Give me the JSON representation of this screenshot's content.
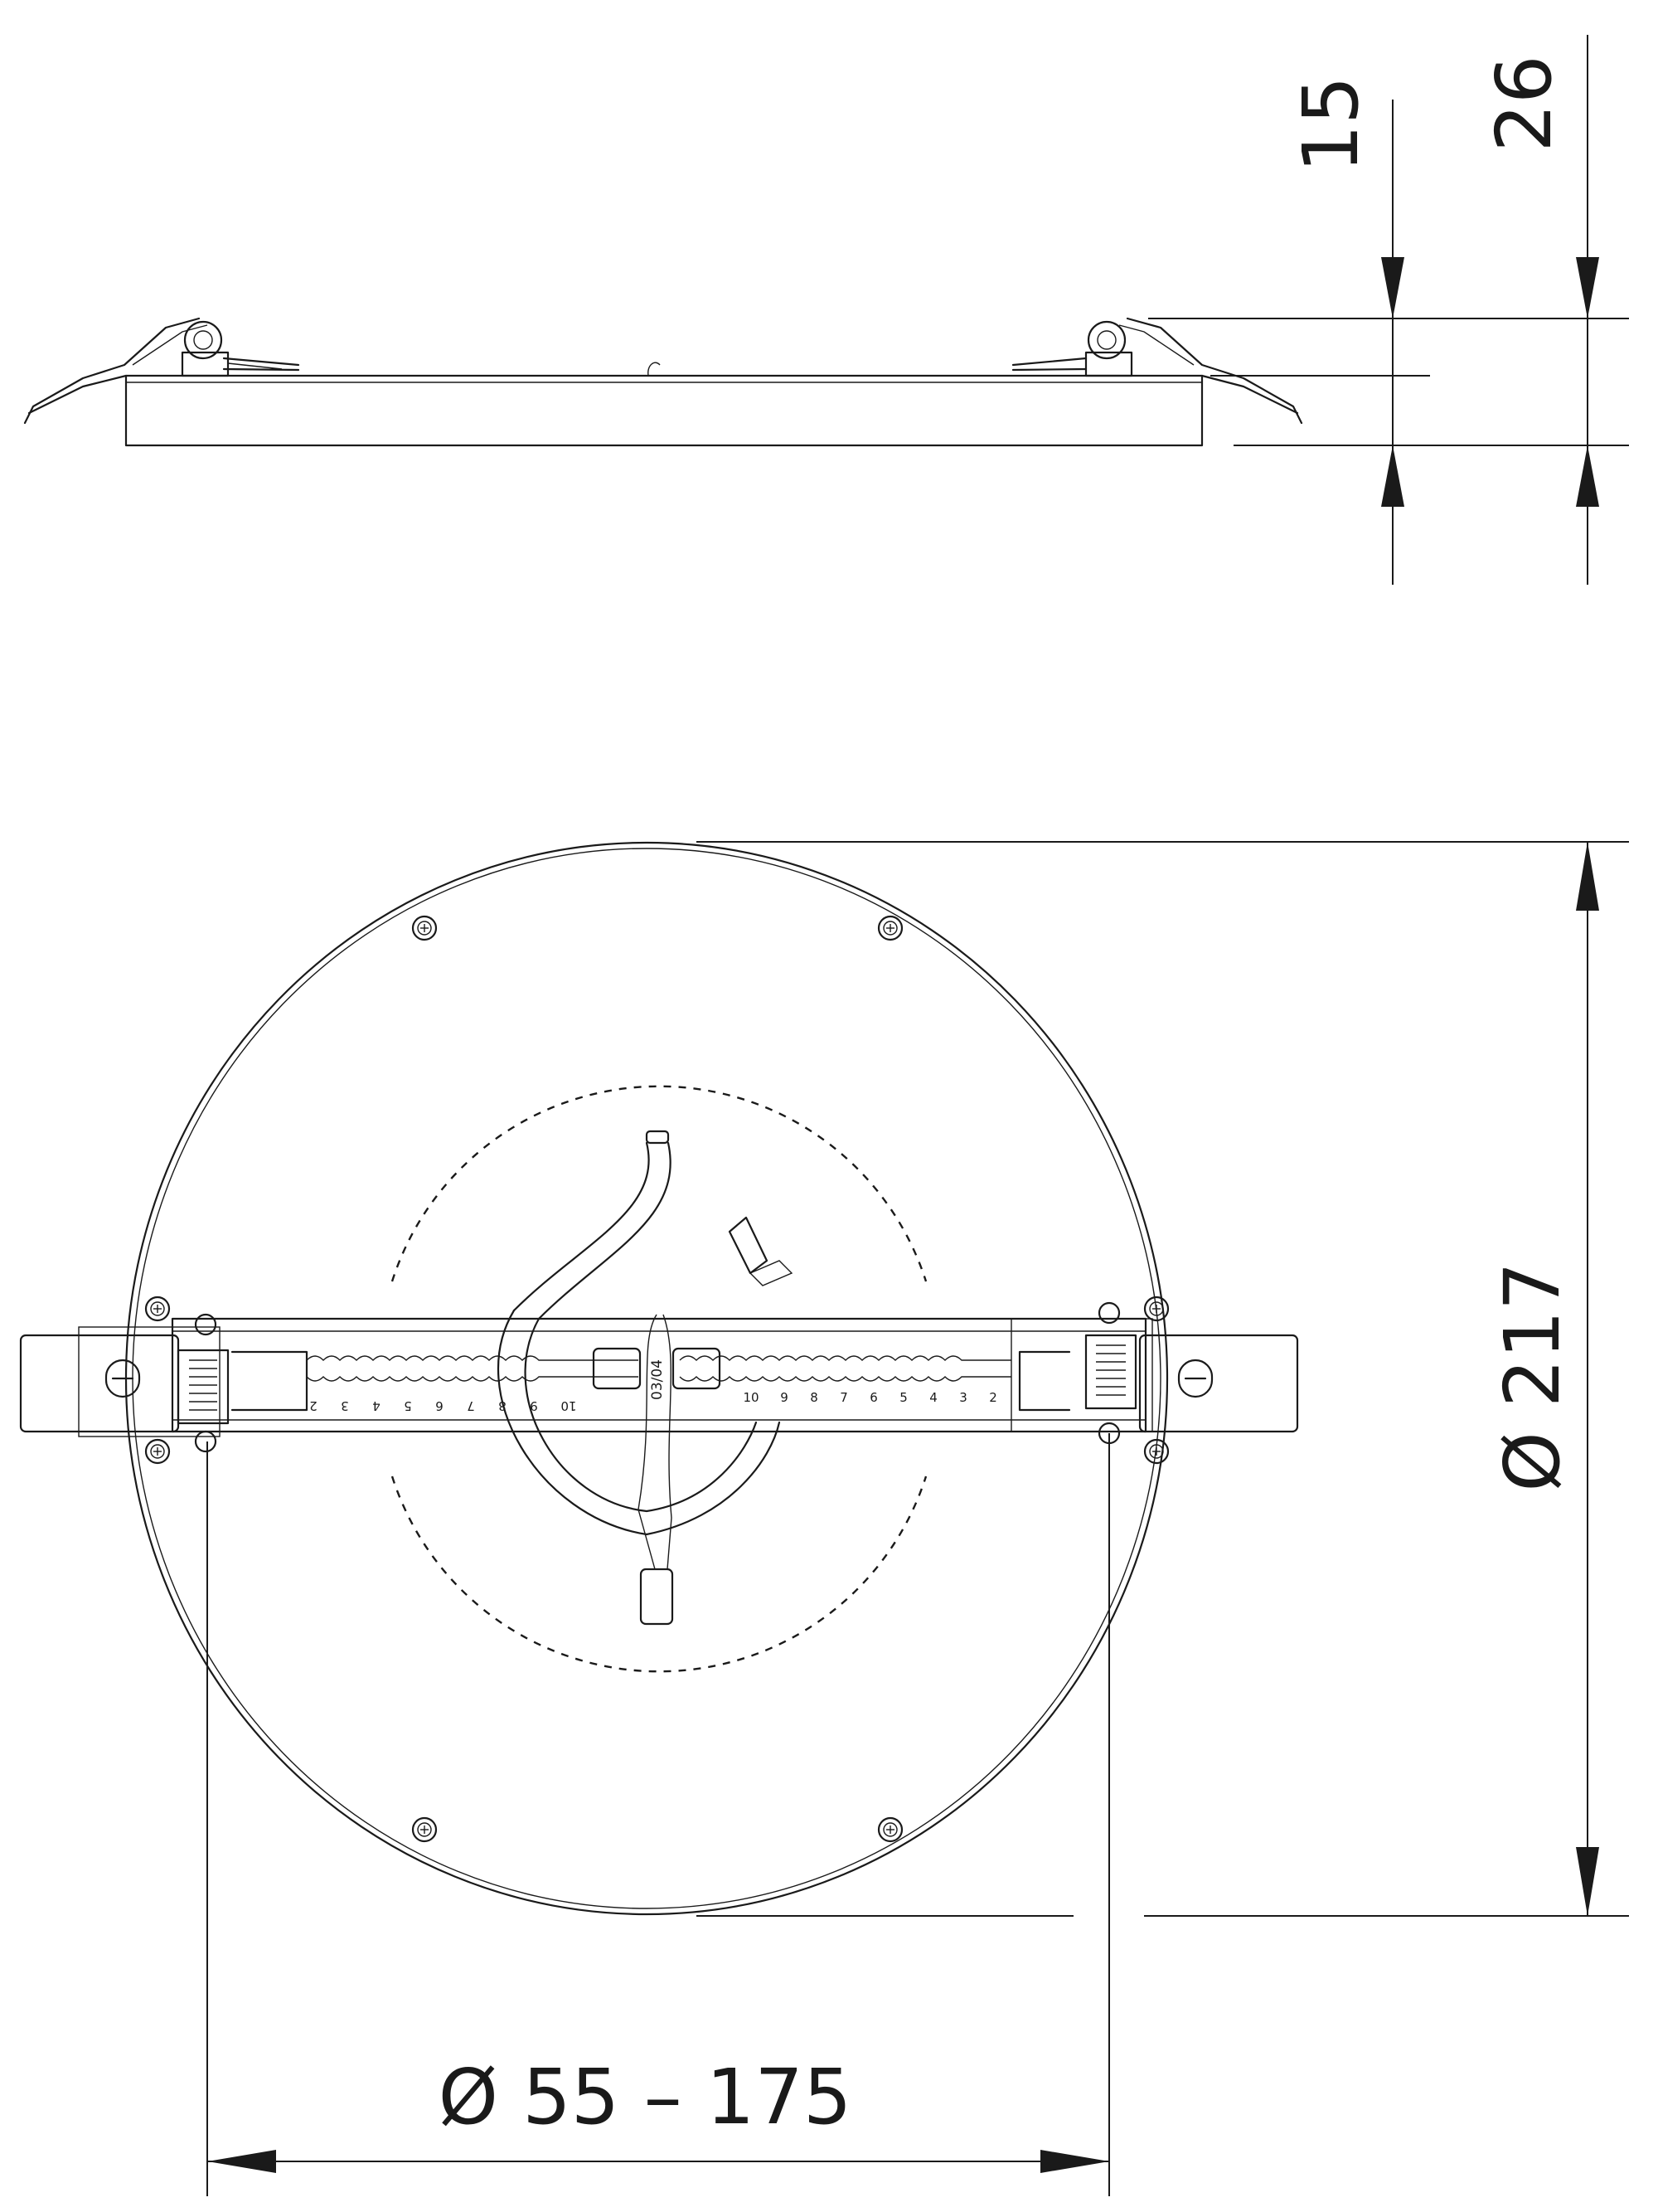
{
  "dimensions": {
    "height_body": "15",
    "height_total": "26",
    "outer_diameter": "Ø 217",
    "cutout_range": "Ø 55 – 175"
  },
  "rail_scale": {
    "left": [
      "2",
      "3",
      "4",
      "5",
      "6",
      "7",
      "8",
      "9",
      "10"
    ],
    "right": [
      "10",
      "9",
      "8",
      "7",
      "6",
      "5",
      "4",
      "3",
      "2"
    ],
    "center_mark": "03/04"
  }
}
